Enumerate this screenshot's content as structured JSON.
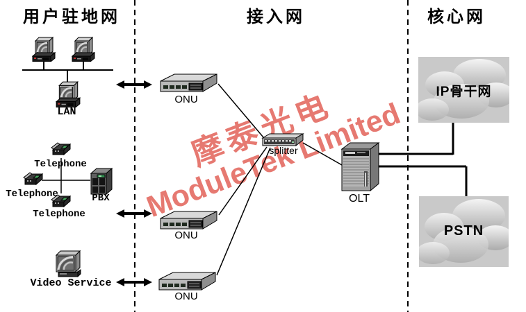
{
  "sections": {
    "left": {
      "title": "用户驻地网"
    },
    "middle": {
      "title": "接入网"
    },
    "right": {
      "title": "核心网"
    }
  },
  "labels": {
    "lan": "LAN",
    "telephone_top": "Telephone",
    "telephone_left": "Telephone",
    "telephone_bottom": "Telephone",
    "pbx": "PBX",
    "video_service": "Video Service",
    "onu1": "ONU",
    "onu2": "ONU",
    "onu3": "ONU",
    "splitter": "splitter",
    "olt": "OLT",
    "ip_backbone": "IP骨干网",
    "pstn": "PSTN"
  },
  "watermark": {
    "line1": "摩泰光电",
    "line2": "ModuleTek Limited",
    "color": "#e0544a"
  },
  "colors": {
    "line": "#000000",
    "device_light": "#d9d9d9",
    "device_mid": "#b9b9b9",
    "device_dark": "#8f8f8f",
    "cloud_bg": "#c9c9c9"
  }
}
